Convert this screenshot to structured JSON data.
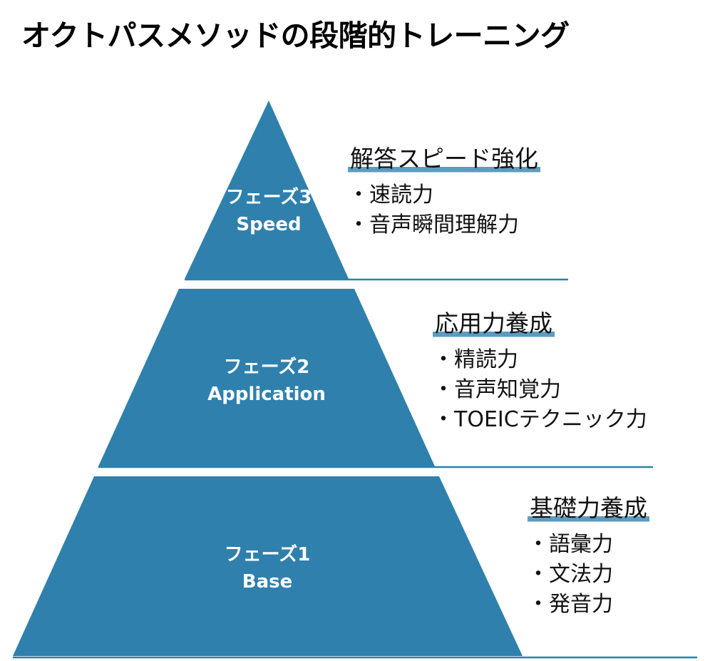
{
  "title": "オクトパスメソッドの段階的トレーニング",
  "colors": {
    "tier_fill": "#2f80ad",
    "rule_line": "#2f80ad",
    "heading_underline": "#5c9cc0",
    "phase_text": "#ffffff"
  },
  "phases": [
    {
      "label": "フェーズ3",
      "name": "Speed",
      "heading": "解答スピード強化",
      "items": [
        "・速読力",
        "・音声瞬間理解力"
      ]
    },
    {
      "label": "フェーズ2",
      "name": "Application",
      "heading": "応用力養成",
      "items": [
        "・精読力",
        "・音声知覚力",
        "・TOEICテクニック力"
      ]
    },
    {
      "label": "フェーズ1",
      "name": "Base",
      "heading": "基礎力養成",
      "items": [
        "・語彙力",
        "・文法力",
        "・発音力"
      ]
    }
  ]
}
